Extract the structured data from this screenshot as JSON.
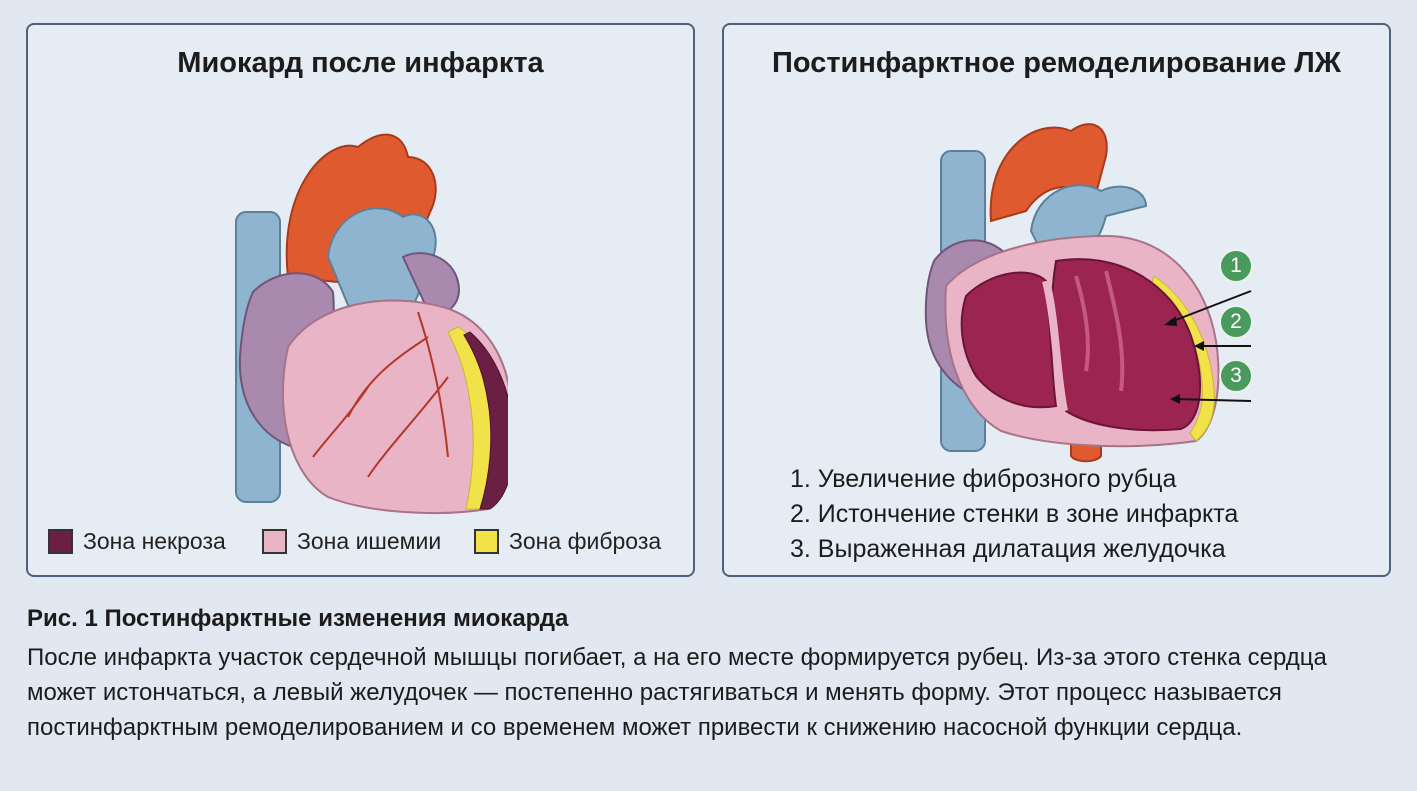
{
  "left_panel": {
    "title": "Миокард после инфаркта",
    "legend": [
      {
        "label": "Зона некроза",
        "color": "#6b1f45"
      },
      {
        "label": "Зона ишемии",
        "color": "#e8b4c6"
      },
      {
        "label": "Зона фиброза",
        "color": "#f2e24a"
      }
    ]
  },
  "right_panel": {
    "title": "Постинфарктное ремоделирование ЛЖ",
    "markers": [
      "1",
      "2",
      "3"
    ],
    "steps": [
      "1. Увеличение фиброзного рубца",
      "2. Истончение стенки в зоне инфаркта",
      "3. Выраженная дилатация желудочка"
    ]
  },
  "caption": {
    "title": "Рис. 1 Постинфарктные изменения миокарда",
    "text": "После инфаркта участок сердечной мышцы погибает, а на его месте формируется рубец. Из-за этого стенка сердца может истончаться, а левый желудочек — постепенно растягиваться и менять форму. Этот процесс называется постинфарктным ремоделированием и со временем может привести к снижению насосной функции сердца."
  },
  "colors": {
    "aorta": "#e05a30",
    "vein": "#8fb4cf",
    "myocardium_pink": "#e8b4c6",
    "atrium_purple": "#a98aae",
    "necrosis": "#6b1f45",
    "fibrosis": "#f2e24a",
    "chamber": "#9b2550",
    "marker_green": "#4a9a5e"
  }
}
